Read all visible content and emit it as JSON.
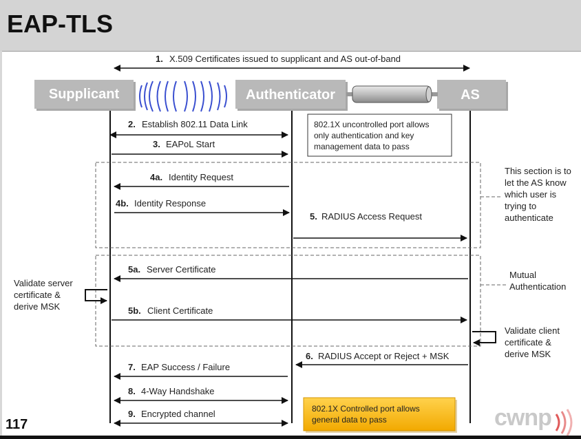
{
  "title": "EAP-TLS",
  "page_number": "117",
  "logo_text": "cwnp",
  "entities": {
    "supplicant": "Supplicant",
    "authenticator": "Authenticator",
    "as": "AS"
  },
  "steps": {
    "s1": {
      "num": "1.",
      "label": "X.509 Certificates issued to supplicant and AS out-of-band"
    },
    "s2": {
      "num": "2.",
      "label": "Establish 802.11 Data Link"
    },
    "s3": {
      "num": "3.",
      "label": "EAPoL Start"
    },
    "s4a": {
      "num": "4a.",
      "label": "Identity Request"
    },
    "s4b": {
      "num": "4b.",
      "label": "Identity Response"
    },
    "s5": {
      "num": "5.",
      "label": "RADIUS Access Request"
    },
    "s5a": {
      "num": "5a.",
      "label": "Server Certificate"
    },
    "s5b": {
      "num": "5b.",
      "label": "Client Certificate"
    },
    "s6": {
      "num": "6.",
      "label": "RADIUS Accept or Reject + MSK"
    },
    "s7": {
      "num": "7.",
      "label": "EAP Success / Failure"
    },
    "s8": {
      "num": "8.",
      "label": "4-Way Handshake"
    },
    "s9": {
      "num": "9.",
      "label": "Encrypted channel"
    }
  },
  "notes": {
    "uncontrolled": [
      "802.1X uncontrolled port allows",
      "only authentication and key",
      "management data to pass"
    ],
    "controlled": [
      "802.1X Controlled port allows",
      "general data to pass"
    ],
    "identity_section": [
      "This section is to",
      "let the AS know",
      "which user is",
      "trying to",
      "authenticate"
    ],
    "mutual": [
      "Mutual",
      "Authentication"
    ],
    "validate_server": [
      "Validate server",
      "certificate &",
      "derive MSK"
    ],
    "validate_client": [
      "Validate client",
      "certificate &",
      "derive MSK"
    ]
  },
  "colors": {
    "entity_box": "#b4b4b4",
    "controlled_note": "#f7b500",
    "waves": "#3a4fd0",
    "title_bar": "#d4d4d4"
  },
  "icons": {
    "wireless": "radio-waves-icon",
    "wired": "cable-icon"
  }
}
